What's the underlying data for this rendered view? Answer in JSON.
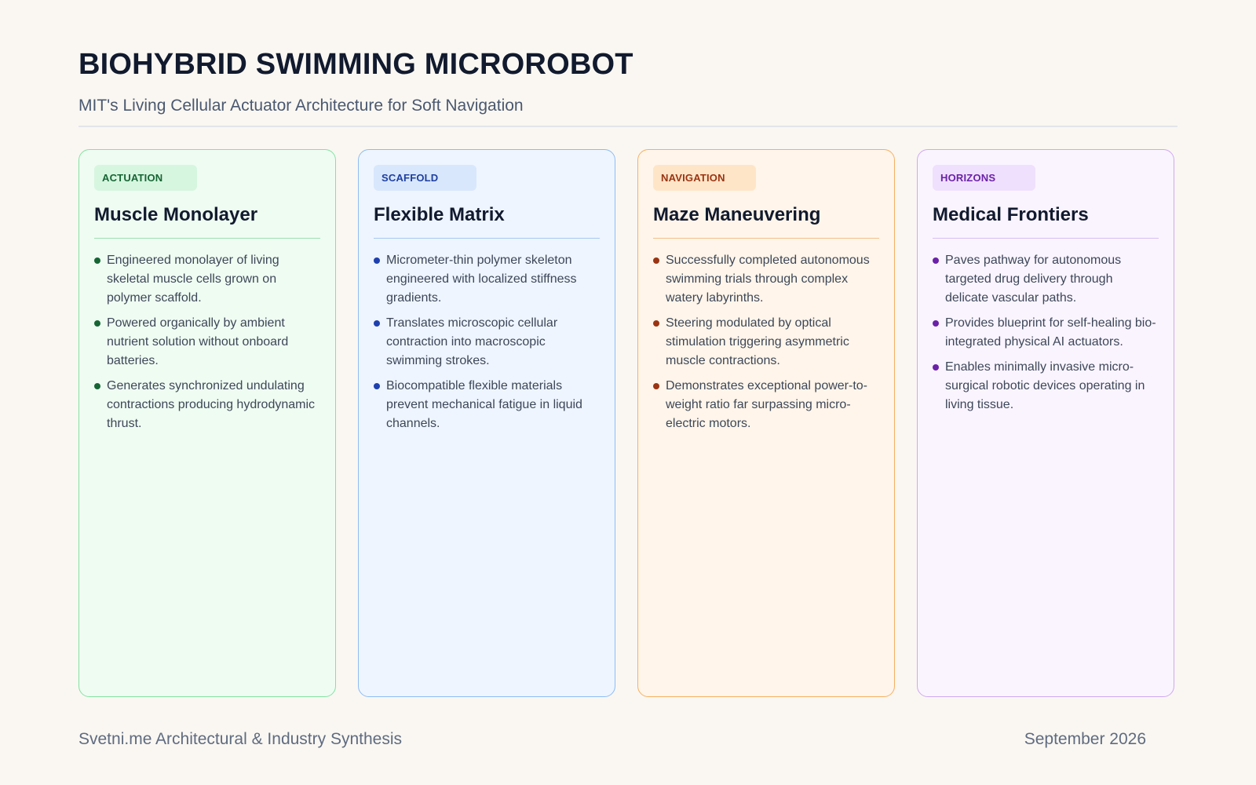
{
  "header": {
    "title": "BIOHYBRID SWIMMING MICROROBOT",
    "subtitle": "MIT's Living Cellular Actuator Architecture for Soft Navigation"
  },
  "cards": [
    {
      "tag": "ACTUATION",
      "title": "Muscle Monolayer",
      "theme": "green",
      "bullets": [
        "Engineered monolayer of living skeletal muscle cells grown on polymer scaffold.",
        "Powered organically by ambient nutrient solution without onboard batteries.",
        "Generates synchronized undulating contractions producing hydrodynamic thrust."
      ]
    },
    {
      "tag": "SCAFFOLD",
      "title": "Flexible Matrix",
      "theme": "blue",
      "bullets": [
        "Micrometer-thin polymer skeleton engineered with localized stiffness gradients.",
        "Translates microscopic cellular contraction into macroscopic swimming strokes.",
        "Biocompatible flexible materials prevent mechanical fatigue in liquid channels."
      ]
    },
    {
      "tag": "NAVIGATION",
      "title": "Maze Maneuvering",
      "theme": "orange",
      "bullets": [
        "Successfully completed autonomous swimming trials through complex watery labyrinths.",
        "Steering modulated by optical stimulation triggering asymmetric muscle contractions.",
        "Demonstrates exceptional power-to-weight ratio far surpassing micro-electric motors."
      ]
    },
    {
      "tag": "HORIZONS",
      "title": "Medical Frontiers",
      "theme": "purple",
      "bullets": [
        "Paves pathway for autonomous targeted drug delivery through delicate vascular paths.",
        "Provides blueprint for self-healing bio-integrated physical AI actuators.",
        "Enables minimally invasive micro-surgical robotic devices operating in living tissue."
      ]
    }
  ],
  "footer": {
    "source": "Svetni.me Architectural & Industry Synthesis",
    "date": "September 2026"
  },
  "colors": {
    "background": "#faf7f2",
    "green": "#166534",
    "blue": "#1e40af",
    "orange": "#9a3412",
    "purple": "#6b21a8"
  }
}
